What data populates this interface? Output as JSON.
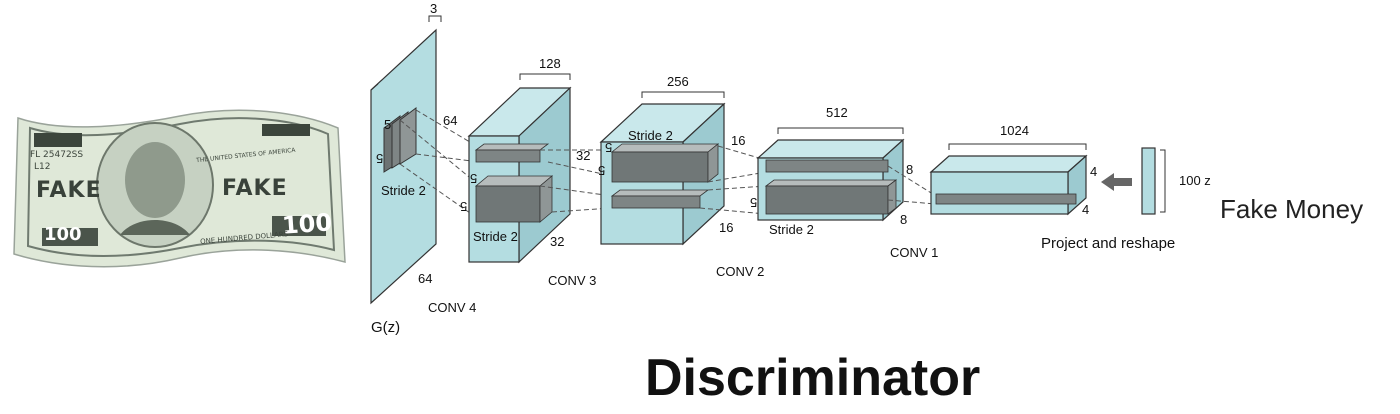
{
  "title": "Discriminator",
  "side_label": "Fake Money",
  "input": {
    "label": "G(z)",
    "top_label": "3",
    "height_label": "64",
    "width_label": "64",
    "kernel_label": "5",
    "kernel_label_rot": "5",
    "stride_label": "Stride 2",
    "conv_label": "CONV 4"
  },
  "layers": [
    {
      "id": "conv3",
      "depth_label": "128",
      "height_label": "32",
      "width_label": "32",
      "kernel_label": "5",
      "kernel_label_b": "5",
      "stride_label": "Stride 2",
      "conv_label": "CONV 3"
    },
    {
      "id": "conv2",
      "depth_label": "256",
      "height_label": "16",
      "width_label": "16",
      "kernel_label": "5",
      "kernel_label_b": "5",
      "stride_label": "Stride 2",
      "conv_label": "CONV 2"
    },
    {
      "id": "conv1",
      "depth_label": "512",
      "height_label": "8",
      "width_label": "8",
      "kernel_label": "5",
      "stride_label": "Stride 2",
      "conv_label": "CONV 1"
    },
    {
      "id": "project",
      "depth_label": "1024",
      "height_label": "4",
      "width_label": "4",
      "caption": "Project and reshape"
    }
  ],
  "z_label": "100 z",
  "bill": {
    "denomination": "100",
    "stamp": "FAKE",
    "serial": "FL 25472SS",
    "serial2": "L12",
    "country": "THE UNITED STATES OF AMERICA",
    "words": "ONE HUNDRED DOLLARS"
  },
  "colors": {
    "block": "#b4dde1",
    "block_side": "#9ccad0",
    "block_top": "#c9e8eb",
    "kernel": "#6d7373",
    "edge": "#222222"
  }
}
